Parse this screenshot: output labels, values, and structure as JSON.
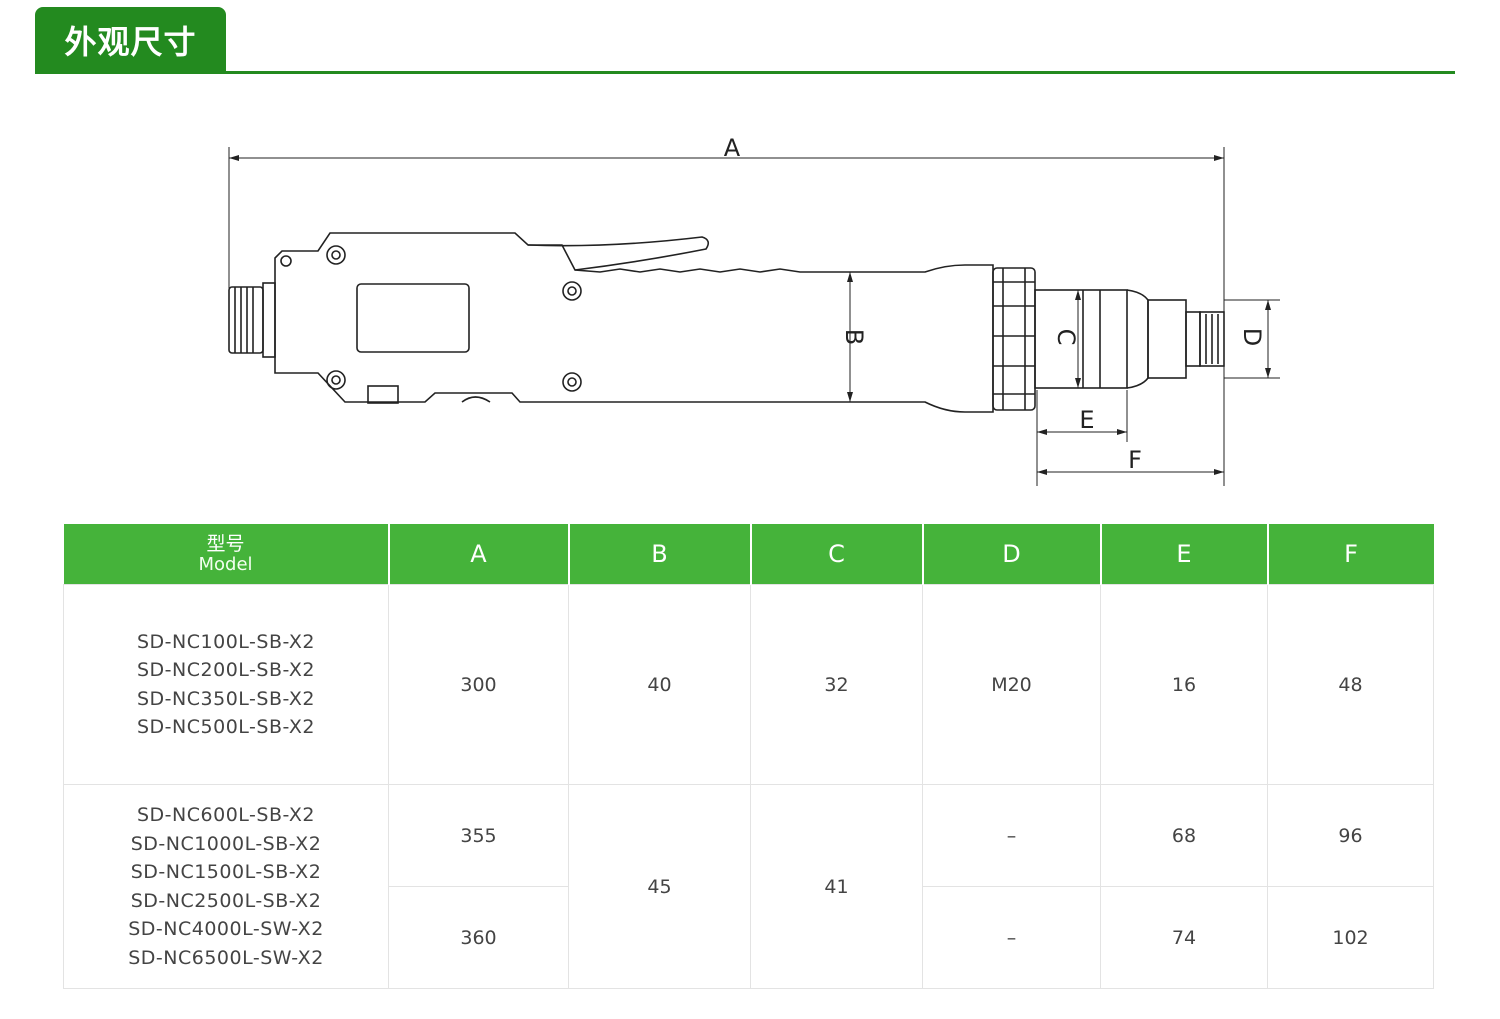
{
  "header": {
    "title": "外观尺寸"
  },
  "colors": {
    "brand": "#238a1f",
    "table_header": "#45b33a",
    "line": "#222222"
  },
  "drawing": {
    "labels": {
      "a": "A",
      "b": "B",
      "c": "C",
      "d": "D",
      "e": "E",
      "f": "F"
    }
  },
  "table": {
    "headers": {
      "model_cn": "型号",
      "model_en": "Model",
      "a": "A",
      "b": "B",
      "c": "C",
      "d": "D",
      "e": "E",
      "f": "F"
    },
    "group1": {
      "models": [
        "SD-NC100L-SB-X2",
        "SD-NC200L-SB-X2",
        "SD-NC350L-SB-X2",
        "SD-NC500L-SB-X2"
      ],
      "a": "300",
      "b": "40",
      "c": "32",
      "d": "M20",
      "e": "16",
      "f": "48"
    },
    "group2": {
      "models": [
        "SD-NC600L-SB-X2",
        "SD-NC1000L-SB-X2",
        "SD-NC1500L-SB-X2",
        "SD-NC2500L-SB-X2",
        "SD-NC4000L-SW-X2",
        "SD-NC6500L-SW-X2"
      ],
      "b": "45",
      "c": "41",
      "row1": {
        "a": "355",
        "d": "–",
        "e": "68",
        "f": "96"
      },
      "row2": {
        "a": "360",
        "d": "–",
        "e": "74",
        "f": "102"
      }
    }
  }
}
